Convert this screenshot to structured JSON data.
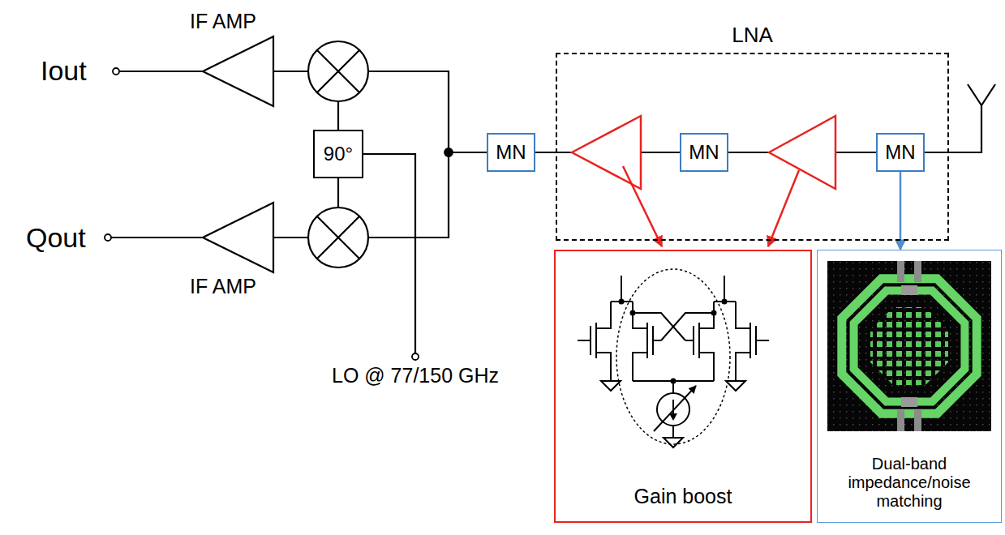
{
  "diagram": {
    "nodes": [
      {
        "text": [
          "IF AMP"
        ]
      },
      {
        "text": [
          "90°"
        ]
      },
      {
        "text": [
          "IF AMP"
        ]
      },
      {
        "text": [
          "MN"
        ]
      },
      {
        "text": [
          "LNA"
        ]
      },
      {
        "text": [
          "MN"
        ],
        "in": 4
      },
      {
        "text": [
          "MN"
        ],
        "in": 4
      },
      {
        "text": [
          "Gain boost"
        ]
      },
      {
        "text": [
          "Dual-band impedance/noise matching"
        ]
      }
    ],
    "edges": [
      {
        "from": 6,
        "to": 8,
        "arrow": "to"
      }
    ],
    "labels": [
      "Iout",
      "Qout",
      "LO @ 77/150 GHz"
    ]
  }
}
